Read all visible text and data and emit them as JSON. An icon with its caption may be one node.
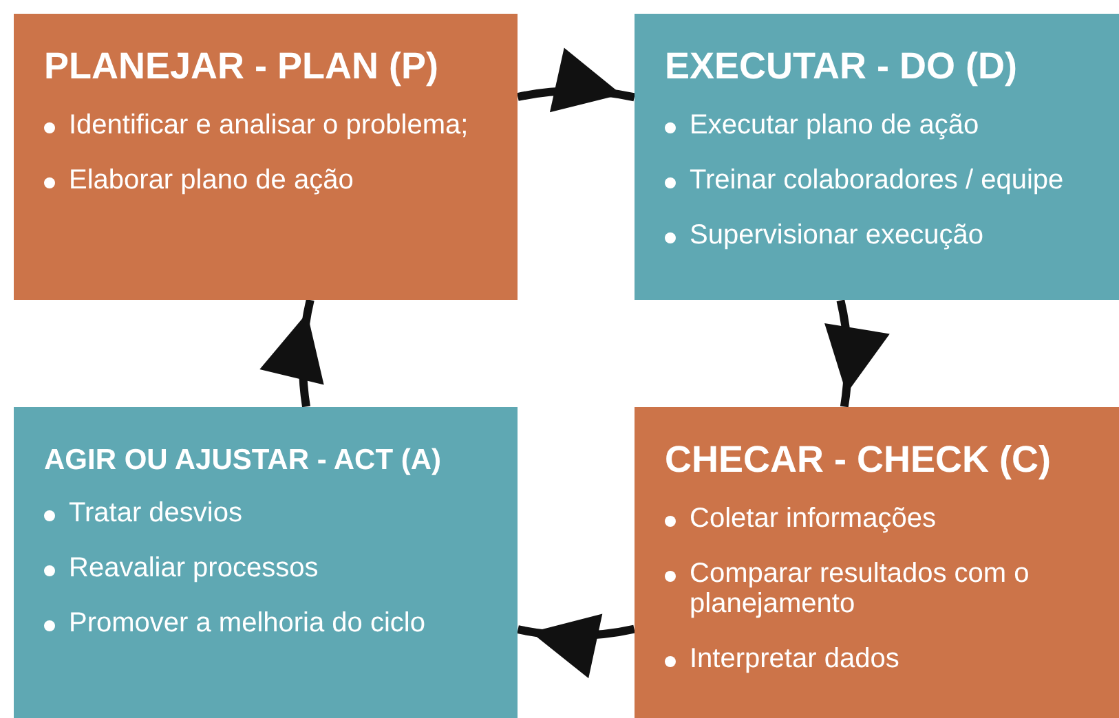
{
  "diagram": {
    "nodes": [
      {
        "text": [
          "PLANEJAR - PLAN (P)",
          "Identificar e analisar o problema;",
          "Elaborar plano de ação"
        ]
      },
      {
        "text": [
          "EXECUTAR - DO (D)",
          "Executar plano de ação",
          "Treinar colaboradores / equipe",
          "Supervisionar execução"
        ]
      },
      {
        "text": [
          "AGIR OU AJUSTAR - ACT (A)",
          "Tratar desvios",
          "Reavaliar processos",
          "Promover a melhoria do ciclo"
        ]
      },
      {
        "text": [
          "CHECAR - CHECK (C)",
          "Coletar informações",
          "Comparar resultados com o planejamento",
          "Interpretar dados"
        ]
      }
    ],
    "edges": [
      {
        "from": 0,
        "to": 1,
        "arrow": "to"
      },
      {
        "from": 1,
        "to": 3,
        "arrow": "to"
      },
      {
        "from": 3,
        "to": 2,
        "arrow": "to"
      },
      {
        "from": 2,
        "to": 0,
        "arrow": "to"
      }
    ]
  }
}
